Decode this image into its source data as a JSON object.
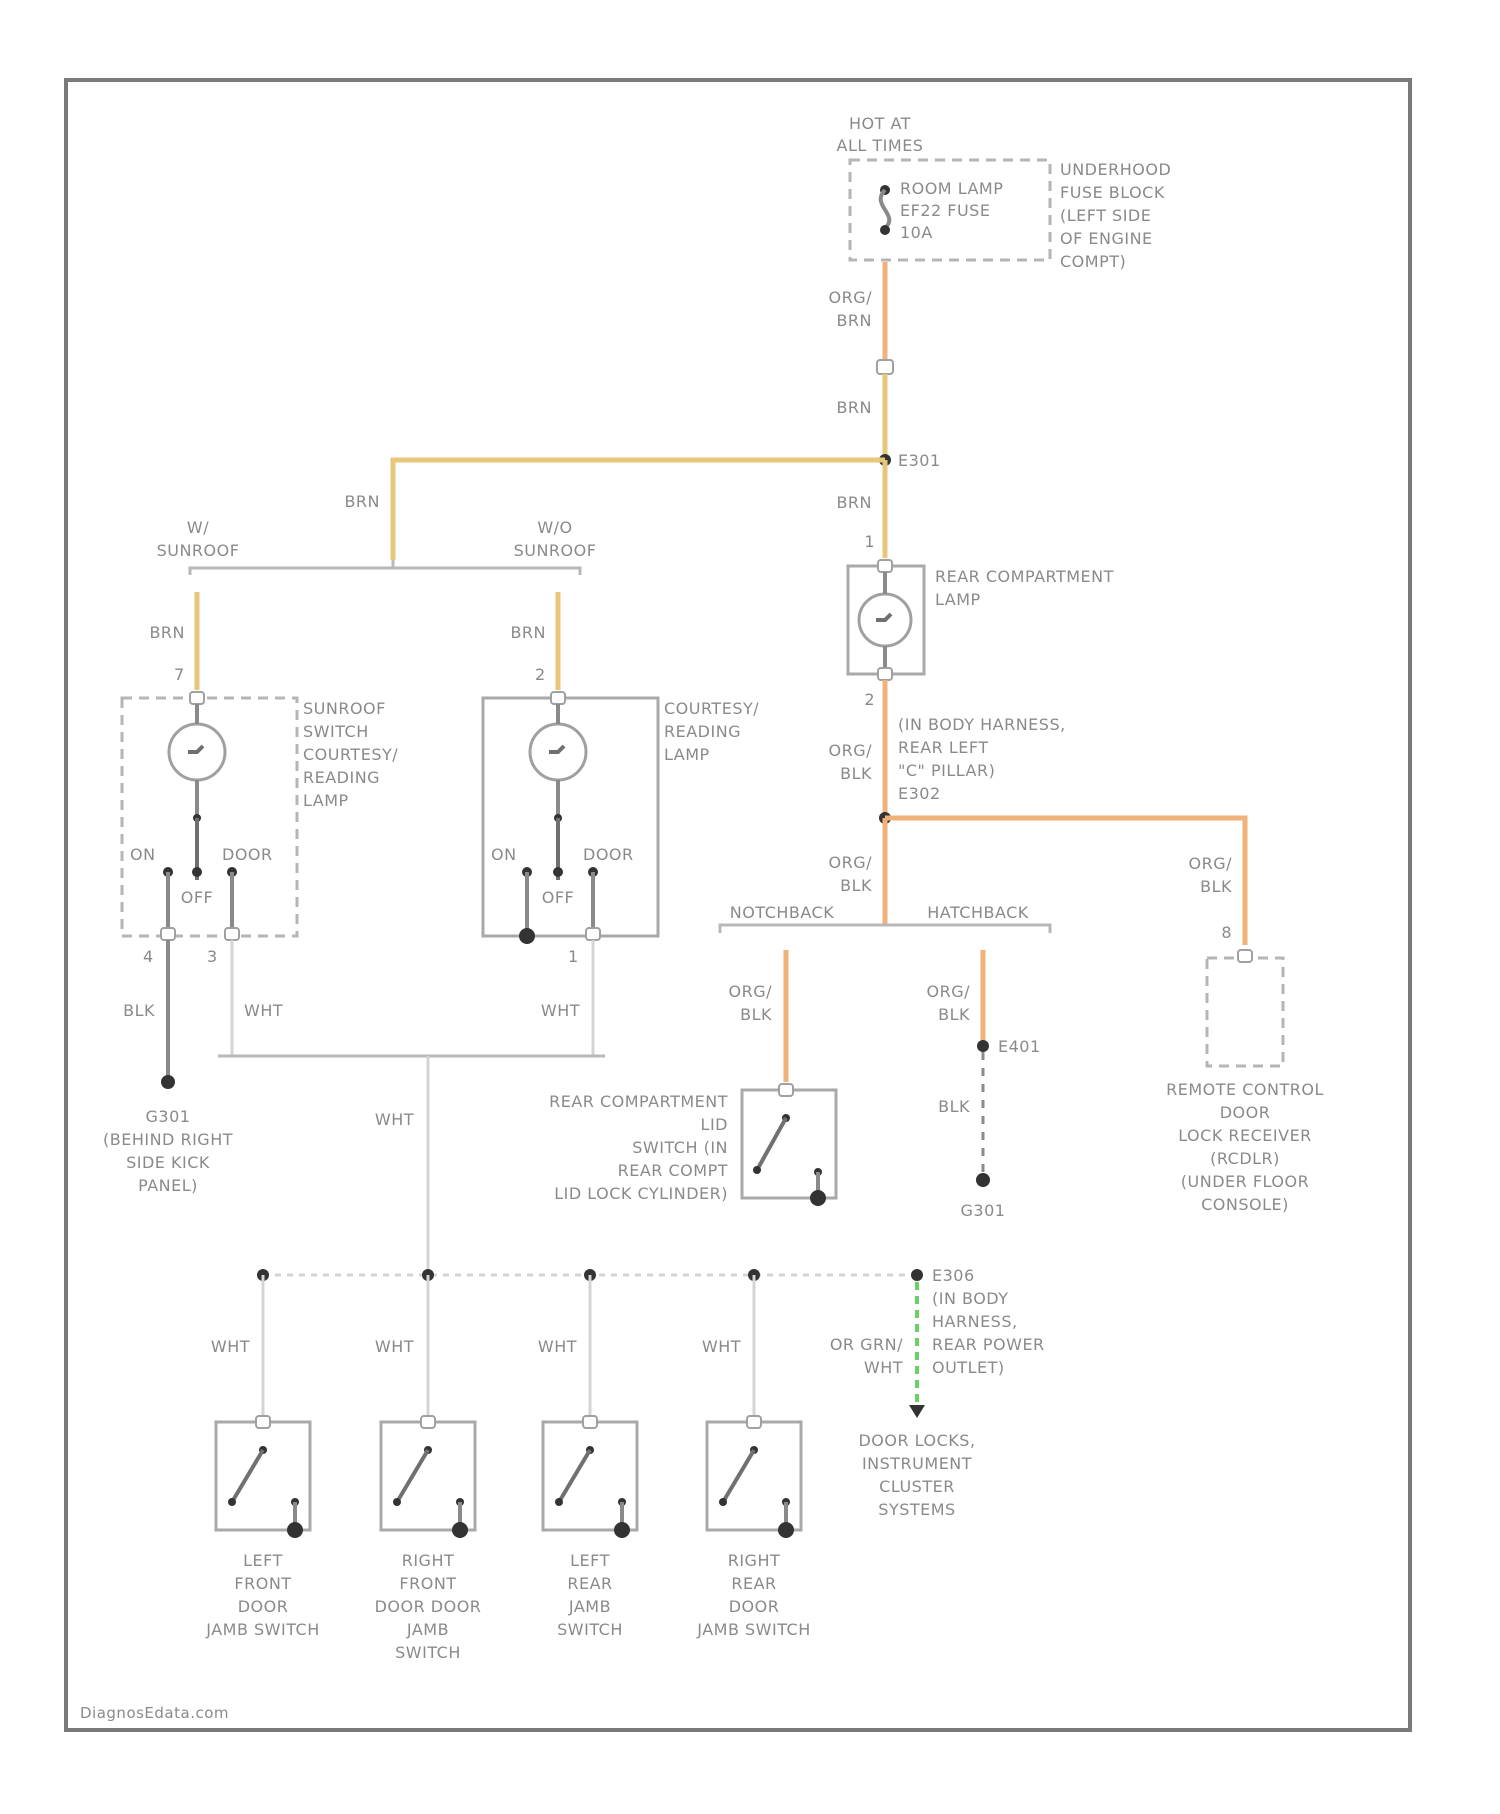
{
  "fuse_block": {
    "power": [
      "HOT AT",
      "ALL TIMES"
    ],
    "fuse": [
      "ROOM LAMP",
      "EF22 FUSE",
      "10A"
    ],
    "location": [
      "UNDERHOOD",
      "FUSE BLOCK",
      "(LEFT SIDE",
      "OF ENGINE",
      "COMPT)"
    ]
  },
  "wires": {
    "org_brn": [
      "ORG/",
      "BRN"
    ],
    "brn": "BRN",
    "org_blk": [
      "ORG/",
      "BLK"
    ],
    "blk": "BLK",
    "wht": "WHT",
    "grn_wht": [
      "OR GRN/",
      "WHT"
    ]
  },
  "splices": {
    "e301": "E301",
    "e302": [
      "(IN BODY HARNESS,",
      "REAR LEFT",
      "\"C\" PILLAR)",
      "E302"
    ],
    "e401": "E401",
    "e306": [
      "E306",
      "(IN BODY",
      "HARNESS,",
      "REAR POWER",
      "OUTLET)"
    ]
  },
  "grounds": {
    "left": [
      "G301",
      "(BEHIND RIGHT",
      "SIDE KICK",
      "PANEL)"
    ],
    "right": "G301"
  },
  "variants": {
    "with_sunroof": [
      "W/",
      "SUNROOF"
    ],
    "without_sunroof": [
      "W/O",
      "SUNROOF"
    ],
    "notchback": "NOTCHBACK",
    "hatchback": "HATCHBACK"
  },
  "components": {
    "sunroof_lamp": [
      "SUNROOF",
      "SWITCH",
      "COURTESY/",
      "READING",
      "LAMP"
    ],
    "courtesy_lamp": [
      "COURTESY/",
      "READING",
      "LAMP"
    ],
    "rear_lamp": [
      "REAR COMPARTMENT",
      "LAMP"
    ],
    "trunk_switch": [
      "REAR COMPARTMENT",
      "LID",
      "SWITCH (IN",
      "REAR COMPT",
      "LID LOCK CYLINDER)"
    ],
    "remote_receiver": [
      "REMOTE CONTROL",
      "DOOR",
      "LOCK RECEIVER",
      "(RCDLR)",
      "(UNDER FLOOR",
      "CONSOLE)"
    ],
    "door_locks": [
      "DOOR LOCKS,",
      "INSTRUMENT",
      "CLUSTER",
      "SYSTEMS"
    ],
    "jamb_lf": [
      "LEFT",
      "FRONT",
      "DOOR",
      "JAMB SWITCH"
    ],
    "jamb_rf": [
      "RIGHT",
      "FRONT",
      "DOOR DOOR",
      "JAMB",
      "SWITCH"
    ],
    "jamb_lr": [
      "LEFT",
      "REAR",
      "JAMB",
      "SWITCH"
    ],
    "jamb_rr": [
      "RIGHT",
      "REAR",
      "DOOR",
      "JAMB SWITCH"
    ]
  },
  "switch_positions": {
    "on": "ON",
    "off": "OFF",
    "door": "DOOR"
  },
  "pins": {
    "p1": "1",
    "p2": "2",
    "p3": "3",
    "p4": "4",
    "p7": "7",
    "p8": "8"
  },
  "footer": "DiagnosEdata.com",
  "colors": {
    "brown_wire": "#e8c77a",
    "orange_wire": "#f0b27a",
    "white_wire": "#d4d4d4",
    "black_wire": "#8a8a8a",
    "green_wire": "#6ad06a"
  }
}
